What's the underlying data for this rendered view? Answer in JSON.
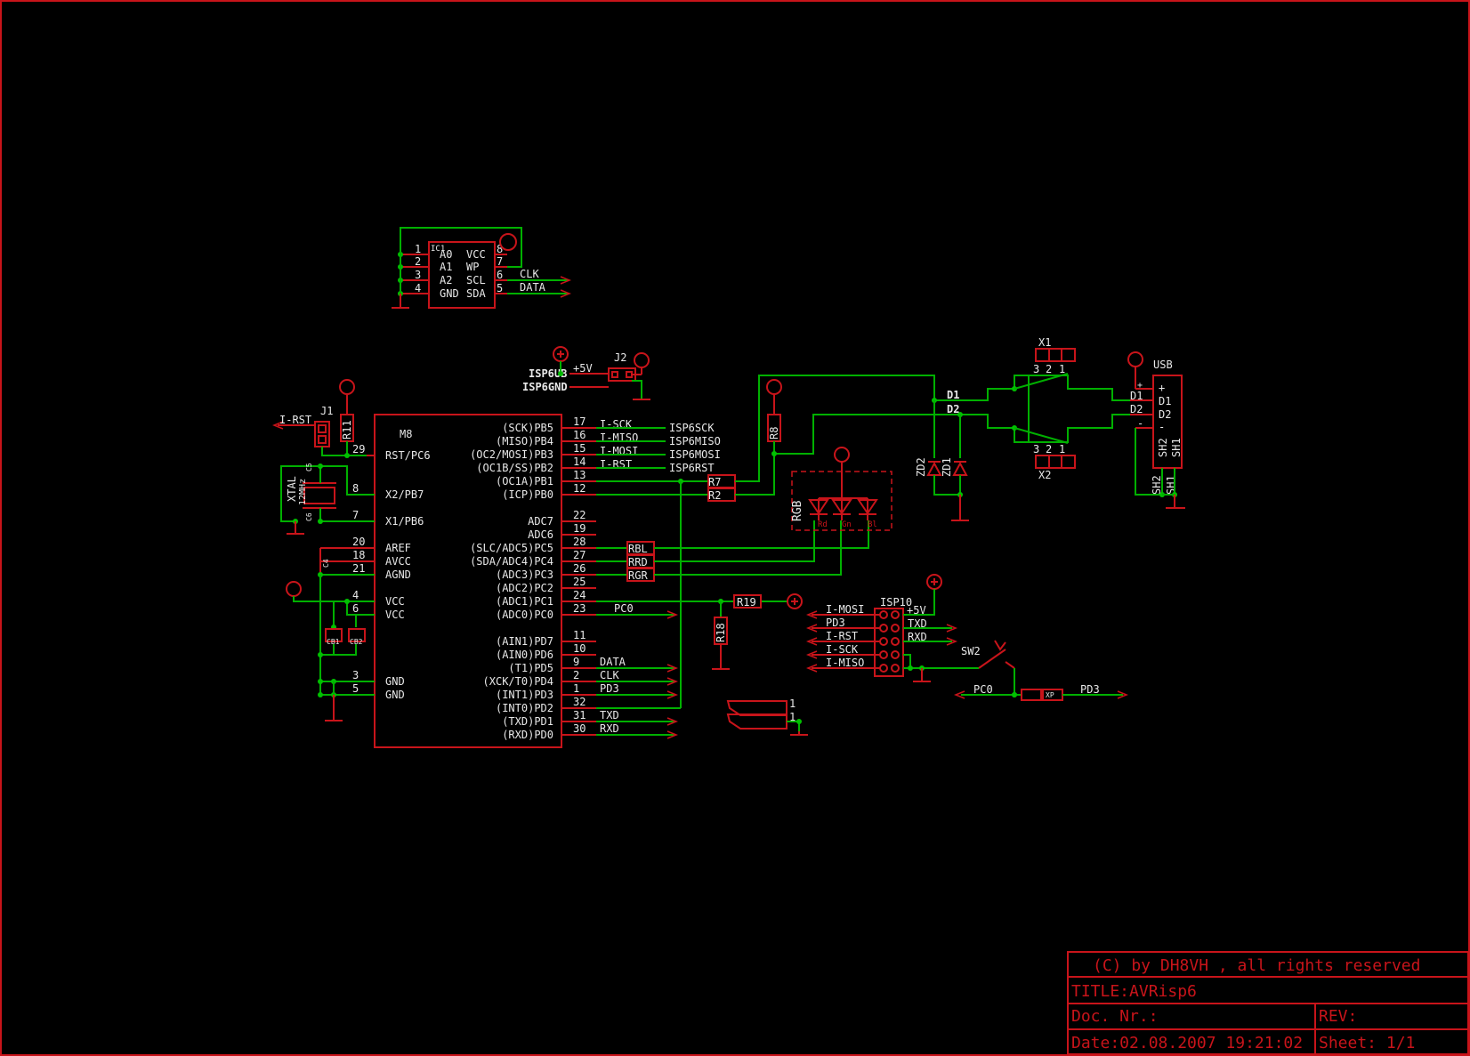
{
  "sheet": {
    "frame_color": "#c8141a",
    "wire_color": "#00b000",
    "text_color": "#e8e8e8",
    "background": "#000000"
  },
  "title_block": {
    "copyright": "(C) by DH8VH , all rights reserved",
    "title": "TITLE:AVRisp6",
    "doc": "Doc. Nr.:",
    "rev": "REV:",
    "date": "Date:02.08.2007 19:21:02",
    "sheet": "Sheet: 1/1"
  },
  "ic1": {
    "name": "IC1",
    "left_pins": [
      "1",
      "2",
      "3",
      "4"
    ],
    "right_pins": [
      "8",
      "7",
      "6",
      "5"
    ],
    "left_labels": [
      "A0",
      "A1",
      "A2",
      "GND"
    ],
    "right_labels": [
      "VCC",
      "WP",
      "SCL",
      "SDA"
    ],
    "nets": [
      "CLK",
      "DATA"
    ]
  },
  "m8": {
    "name": "M8",
    "left_pins": [
      "29",
      "8",
      "7",
      "20",
      "18",
      "21",
      "4",
      "6",
      "3",
      "5"
    ],
    "left_labels": [
      "RST/PC6",
      "X2/PB7",
      "X1/PB6",
      "AREF",
      "AVCC",
      "AGND",
      "VCC",
      "VCC",
      "GND",
      "GND"
    ],
    "right_pins": [
      "17",
      "16",
      "15",
      "14",
      "13",
      "12",
      "22",
      "19",
      "28",
      "27",
      "26",
      "25",
      "24",
      "23",
      "11",
      "10",
      "9",
      "2",
      "1",
      "32",
      "31",
      "30"
    ],
    "right_labels": [
      "(SCK)PB5",
      "(MISO)PB4",
      "(OC2/MOSI)PB3",
      "(OC1B/SS)PB2",
      "(OC1A)PB1",
      "(ICP)PB0",
      "ADC7",
      "ADC6",
      "(SLC/ADC5)PC5",
      "(SDA/ADC4)PC4",
      "(ADC3)PC3",
      "(ADC2)PC2",
      "(ADC1)PC1",
      "(ADC0)PC0",
      "(AIN1)PD7",
      "(AIN0)PD6",
      "(T1)PD5",
      "(XCK/T0)PD4",
      "(INT1)PD3",
      "(INT0)PD2",
      "(TXD)PD1",
      "(RXD)PD0"
    ]
  },
  "nets_right": [
    "I-SCK",
    "I-MISO",
    "I-MOSI",
    "I-RST"
  ],
  "isp6_labels": [
    "ISP6SCK",
    "ISP6MISO",
    "ISP6MOSI",
    "ISP6RST"
  ],
  "pd_nets": [
    "PC0",
    "DATA",
    "CLK",
    "PD3",
    "TXD",
    "RXD"
  ],
  "parts": {
    "j1": "J1",
    "j2": "J2",
    "r11": "R11",
    "r8": "R8",
    "r7": "R7",
    "r2": "R2",
    "r18": "R18",
    "r19": "R19",
    "rbl": "RBL",
    "rrd": "RRD",
    "rgr": "RGR",
    "rgb": "RGB",
    "led_rd": "Rd",
    "led_gn": "Gn",
    "led_bl": "Bl",
    "xtal": "XTAL",
    "xtal_val": "12MHz",
    "c5": "C5",
    "c6": "C6",
    "c4": "C4",
    "cb1": "CB1",
    "cb2": "CB2",
    "zd1": "ZD1",
    "zd2": "ZD2",
    "x1": "X1",
    "x2": "X2",
    "usb": "USB",
    "isp10": "ISP10",
    "sw2": "SW2",
    "xp": "XP"
  },
  "labels": {
    "i_rst": "I-RST",
    "isp6ub": "ISP6UB",
    "isp6gnd": "ISP6GND",
    "plus5v": "+5V",
    "d1": "D1",
    "d2": "D2",
    "sh1": "SH1",
    "sh2": "SH2",
    "plus": "+",
    "minus": "-",
    "pc0": "PC0",
    "pd3": "PD3",
    "one": "1",
    "two": "2",
    "three": "3"
  },
  "usb_pins": [
    "+",
    "D1",
    "D2",
    "-",
    "SH2",
    "SH1"
  ],
  "isp10_left": [
    "I-MOSI",
    "PD3",
    "I-RST",
    "I-SCK",
    "I-MISO"
  ],
  "isp10_right": [
    "+5V",
    "TXD",
    "RXD"
  ]
}
